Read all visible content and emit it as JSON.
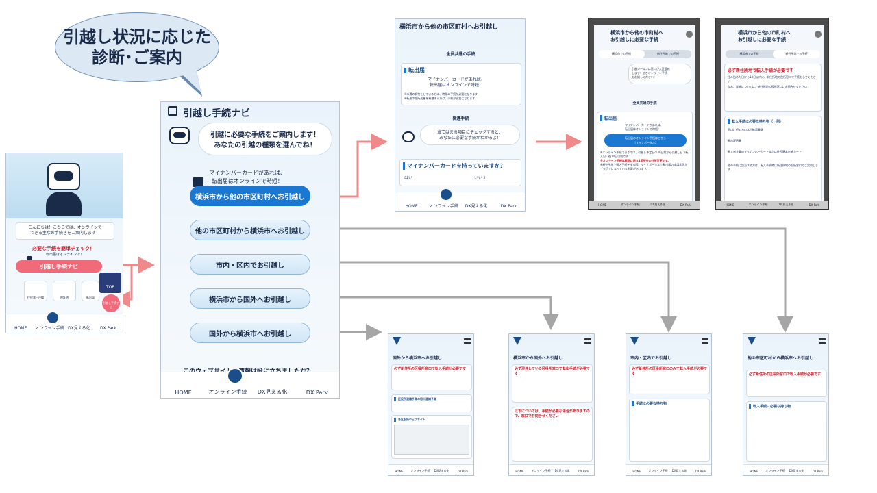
{
  "bubble": {
    "line1": "引越し状況に応じた",
    "line2": "診断･ご案内"
  },
  "start_screen": {
    "greeting1": "こんにちは！こちらでは、オンラインで",
    "greeting2": "できる主なお手続きをご案内します！",
    "check": "必要な手続を簡単チェック！",
    "small": "転出届はオンラインで！",
    "button": "引越し手続ナビ",
    "top_label": "TOP",
    "red_badge": "引越し手続ナビ",
    "tiles": [
      "住民票・戸籍",
      "税証明",
      "転出届"
    ],
    "nav": [
      "HOME",
      "オンライン手続",
      "DX見える化",
      "DX Park"
    ]
  },
  "navi": {
    "title": "引越し手続ナビ",
    "speech1": "引越に必要な手続をご案内します！",
    "speech2": "あなたの引越の種類を選んでね！",
    "mynumber1": "マイナンバーカードがあれば、",
    "mynumber2": "転出届はオンラインで時短！",
    "options": [
      "横浜市から他の市区町村へお引越し",
      "他の市区町村から横浜市へお引越し",
      "市内・区内でお引越し",
      "横浜市から国外へお引越し",
      "国外から横浜市へお引越し"
    ],
    "footer": "このウェブサイトの情報は役に立ちましたか？",
    "nav": [
      "HOME",
      "オンライン手続",
      "DX見える化",
      "DX Park"
    ]
  },
  "screen_a": {
    "title": "横浜市から他の市区町村へお引越し",
    "common": "全員共通の手続",
    "section": "転出届",
    "mynumber1": "マイナンバーカードがあれば、",
    "mynumber2": "転出届はオンラインで時短！",
    "note1": "※本通の切符をしている方は、時間の手続が必要になります",
    "note2": "※転送の住所変更を希望する方は、手続が必要になります",
    "related": "関連手続",
    "speech1": "当てはまる項目にチェックすると、",
    "speech2": "あなたに必要な手続がわかるよ！",
    "question": "マイナンバーカードを持っていますか？",
    "yes": "はい",
    "no": "いいえ",
    "nav": [
      "HOME",
      "オンライン手続",
      "DX見える化",
      "DX Park"
    ]
  },
  "screen_b": {
    "title1": "横浜市から他の市町村へ",
    "title2": "お引越しに必要な手続",
    "tab1": "横浜市での手続",
    "tab2": "新住所地での手続",
    "speech1": "引越シーズンは窓口が大変混雑",
    "speech2": "します！ぜひオンライン手続",
    "speech3": "をお試しください！",
    "common": "全員共通の手続",
    "section": "転出届",
    "mynumber1": "マイナンバーカードがあれば、",
    "mynumber2": "転出届はオンラインで時短！",
    "button1": "転出届のオンライン手続はこちら",
    "button2": "（マイナポータル）",
    "note1": "※オンライン手続できるのは、引越し予定日の30日前から引越し日（転入日）後14日以内です",
    "note2": "※オンライン手続は転居に限る1箇所分の住所変更です。",
    "note3": "※新住所地で転入手続をする際、マイナポータルで転出届の申請状況が「完了」になっている必要があります。",
    "nav": [
      "HOME",
      "オンライン手続",
      "DX見える化",
      "DX Park"
    ]
  },
  "screen_c": {
    "title1": "横浜市から他の市町村へ",
    "title2": "お引越しに必要な手続",
    "tab1": "横浜市での手続",
    "tab2": "新住所地での手続",
    "heading": "必ず新住所地で転入手続が必要です",
    "body1": "住み始めた日から14日以内に、新住所地の役所窓口で手続をしてください",
    "body2": "なお、詳細については、新住所地の役所窓口にお問合せください",
    "section": "転入手続に必要な持ち物（一例）",
    "item1": "窓口に行く方の本人確認書類",
    "item2": "転出証明書",
    "item3": "転入者全員のマイナンバーカードまたは住民基本台帳カード",
    "item4": "他の手続に該当する方は、転入手続時に新住所地の役所窓口でご案内します",
    "nav": [
      "HOME",
      "オンライン手続",
      "DX見える化",
      "DX Park"
    ]
  },
  "bottom_screens": [
    {
      "title": "国外から横浜市へお引越し",
      "heading": "必ず新住所の区役所窓口で転入手続が必要です",
      "sec1": "区役所混雑予測の窓口混雑予測",
      "sec2": "各区役所ウェブサイト"
    },
    {
      "title": "横浜市から国外へお引越し",
      "heading": "必ず現住している区役所窓口で転出手続が必要です",
      "sec1": "以下については、手続が必要な場合がありますので、窓口でお問合せください"
    },
    {
      "title": "市内・区内でお引越し",
      "heading": "必ず新住所の区役所窓口のみで転入手続が必要です",
      "sec1": "手続に必要な持ち物"
    },
    {
      "title": "他の市区町村から横浜市へお引越し",
      "heading": "必ず新住所の区役所窓口で転入手続が必要です",
      "sec1": "転入手続に必要な持ち物"
    }
  ],
  "bottom_nav": [
    "HOME",
    "オンライン手続",
    "DX見える化",
    "DX Park"
  ],
  "colors": {
    "accent": "#1a78d2",
    "arrow_red": "#f08a8a",
    "arrow_gray": "#a6a6a6",
    "alert": "#d11a2a"
  }
}
